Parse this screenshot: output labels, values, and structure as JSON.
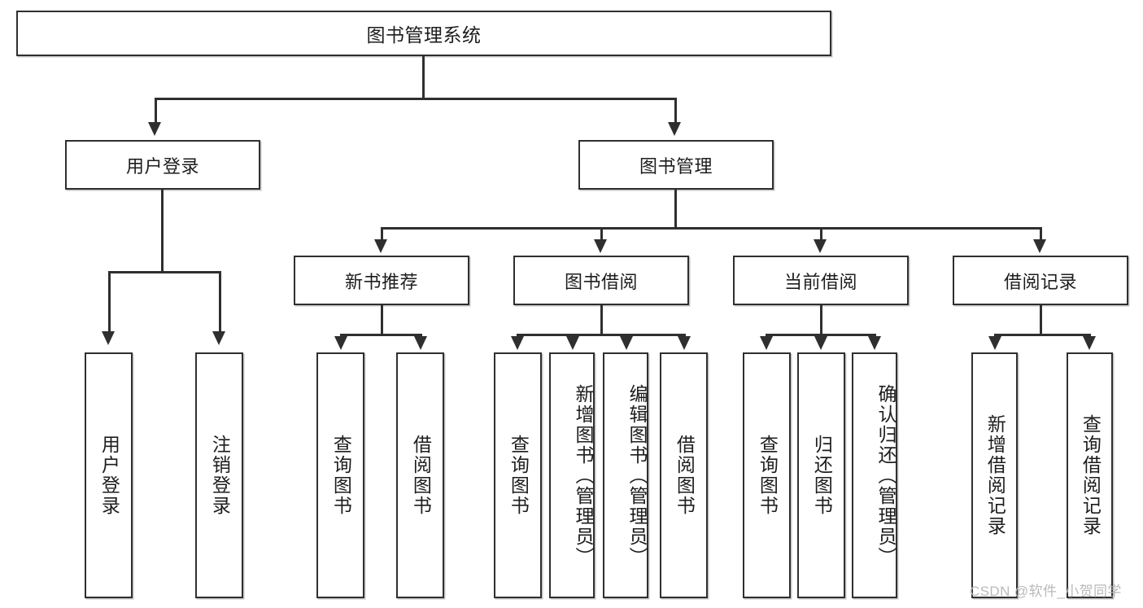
{
  "diagram": {
    "title": "图书管理系统",
    "type": "功能结构图",
    "root": {
      "label": "图书管理系统"
    },
    "level1": [
      {
        "label": "用户登录"
      },
      {
        "label": "图书管理"
      }
    ],
    "level2": [
      {
        "label": "新书推荐"
      },
      {
        "label": "图书借阅"
      },
      {
        "label": "当前借阅"
      },
      {
        "label": "借阅记录"
      }
    ],
    "leaves": {
      "user_login": [
        {
          "label": "用户登录"
        },
        {
          "label": "注销登录"
        }
      ],
      "new_book_recommend": [
        {
          "label": "查询图书"
        },
        {
          "label": "借阅图书"
        }
      ],
      "book_borrow": [
        {
          "label": "查询图书"
        },
        {
          "label": "新增图书（管理员）"
        },
        {
          "label": "编辑图书（管理员）"
        },
        {
          "label": "借阅图书"
        }
      ],
      "current_borrow": [
        {
          "label": "查询图书"
        },
        {
          "label": "归还图书"
        },
        {
          "label": "确认归还（管理员）"
        }
      ],
      "borrow_record": [
        {
          "label": "新增借阅记录"
        },
        {
          "label": "查询借阅记录"
        }
      ]
    }
  },
  "watermark": {
    "text": "CSDN @软件_小贺同学"
  },
  "colors": {
    "stroke": "#2f2f2f",
    "background": "#ffffff",
    "text": "#1d1d1d",
    "watermark": "#b9b9b9"
  }
}
